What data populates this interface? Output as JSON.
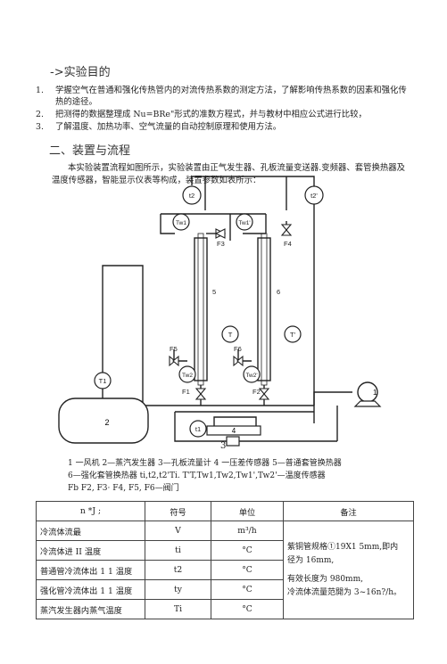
{
  "section1": {
    "title": "->实验目的"
  },
  "objectives": [
    {
      "num": "1.",
      "text": "学握空气在普通和强化传热管内的对流传热系数的测定方法，了解影响传热系数的因素和强化传热的途径。"
    },
    {
      "num": "2.",
      "text": "把测得的数据整理成 Nu=BRe\"形式的准数方程式，并与教材中相应公式进行比较，"
    },
    {
      "num": "3.",
      "text": "了解温度、加热功率、空气流量的自动控制原理和使用方法。"
    }
  ],
  "section2": {
    "title": "二、装置与流程",
    "intro": "本实验装置流程如图所示，实验装置由正气发生器、孔板流量变送器.变频器、套管换热器及温度传感器，智能显示仪表等构成，装置参数如表所示："
  },
  "diagram": {
    "labels": {
      "t2": "t2",
      "t2p": "t2'",
      "tw1": "Tw1",
      "tw1p": "Tw1'",
      "f3": "F3",
      "f4": "F4",
      "n5": "5",
      "n6": "6",
      "T": "T",
      "Tp": "T'",
      "f5": "F5",
      "f6": "F6",
      "tw2": "Tw2",
      "tw2p": "Tw2'",
      "f1": "F1",
      "f2": "F2",
      "t1_left": "T1",
      "n2": "2",
      "n1": "1",
      "n4": "4",
      "t1_bottom": "t1",
      "n3": "3"
    }
  },
  "legend": {
    "line1": "1 一风机 2—蒸汽发生器 3—孔板流量计 4 一压差传感器 5—普通套管换热器",
    "line2": "6—强化套管换热器      ti,t2,t2'Ti. T'T,Tw1,Tw2,Tw1',Tw2'—温度传感器",
    "line3": "Fb F2, F3· F4, F5, F6—阀门"
  },
  "table": {
    "headers": [
      "n *J ;",
      "符号",
      "单位",
      "备注"
    ],
    "rows": [
      [
        "冷流体流最",
        "V",
        "m³/h"
      ],
      [
        "冷流体进 II 温度",
        "ti",
        "°C"
      ],
      [
        "普通管冷流体出 1 1 温度",
        "t2",
        "°C"
      ],
      [
        "强化管冷流体出 1 1 温度",
        "ty",
        "°C"
      ],
      [
        "蒸汽发生器内蒸气温度",
        "Ti",
        "°C"
      ]
    ],
    "note": {
      "line1": "紫铜管规格①19X1 5mm,即内",
      "line2": "径为 16mm,",
      "line3": "有效长度为 980mm,",
      "line4": "冷流体流量范開为 3~16n?/h。"
    }
  }
}
